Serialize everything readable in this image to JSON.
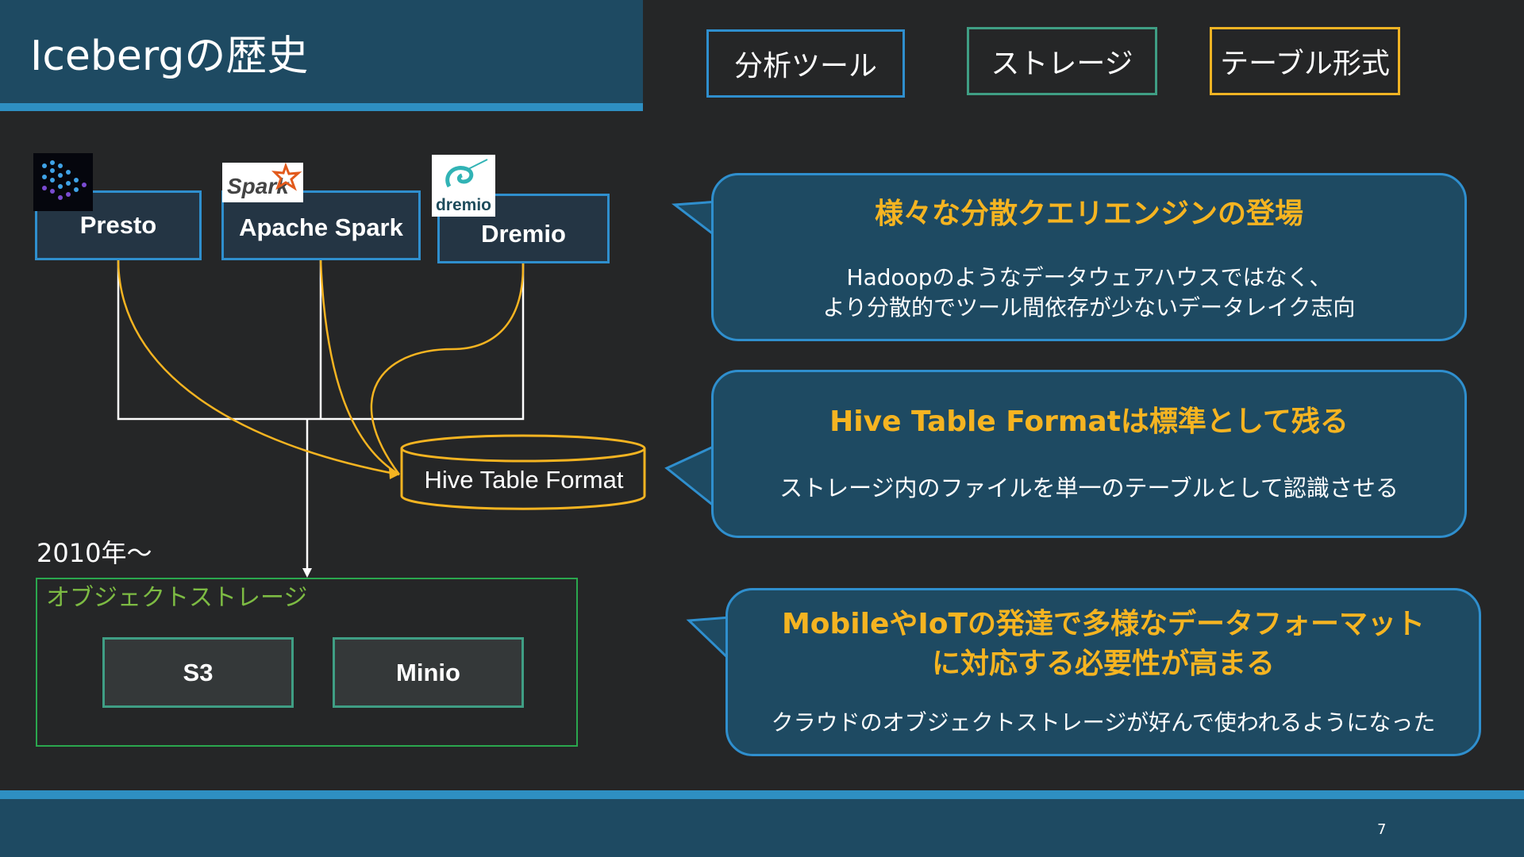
{
  "slide": {
    "title": "Icebergの歴史",
    "page_number": "7"
  },
  "legend": {
    "analysis_tool": "分析ツール",
    "storage": "ストレージ",
    "table_format": "テーブル形式"
  },
  "engines": [
    {
      "name": "Presto",
      "logo_icon": "presto-logo-icon"
    },
    {
      "name": "Apache Spark",
      "logo_icon": "spark-logo-icon",
      "logo_text": "Spark"
    },
    {
      "name": "Dremio",
      "logo_icon": "dremio-logo-icon",
      "logo_text": "dremio"
    }
  ],
  "table_format": {
    "label": "Hive Table Format"
  },
  "timeline": {
    "year": "2010年～"
  },
  "object_storage": {
    "label": "オブジェクトストレージ",
    "items": [
      "S3",
      "Minio"
    ]
  },
  "callouts": [
    {
      "heading": "様々な分散クエリエンジンの登場",
      "body_lines": [
        "Hadoopのようなデータウェアハウスではなく、",
        "より分散的でツール間依存が少ないデータレイク志向"
      ]
    },
    {
      "heading": "Hive Table Formatは標準として残る",
      "body_lines": [
        "ストレージ内のファイルを単一のテーブルとして認識させる"
      ]
    },
    {
      "heading_lines": [
        "MobileやIoTの発達で多様なデータフォーマット",
        "に対応する必要性が高まる"
      ],
      "body_lines": [
        "クラウドのオブジェクトストレージが好んで使われるようになった"
      ]
    }
  ],
  "colors": {
    "background": "#252627",
    "header": "#1e4a62",
    "accent_blue": "#2e8fc2",
    "accent_yellow": "#f5b421",
    "storage_green": "#3f9e84",
    "object_storage_green": "#2aa74e"
  }
}
